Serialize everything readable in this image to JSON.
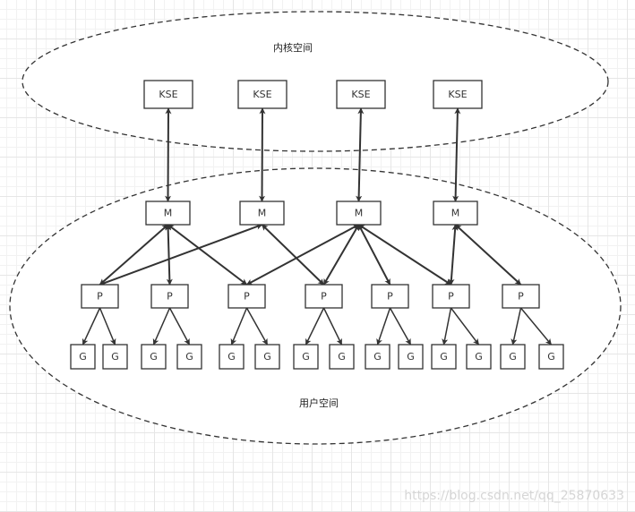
{
  "regions": {
    "kernel": {
      "label": "内核空间"
    },
    "user": {
      "label": "用户空间"
    }
  },
  "kse_nodes": [
    {
      "label": "KSE"
    },
    {
      "label": "KSE"
    },
    {
      "label": "KSE"
    },
    {
      "label": "KSE"
    }
  ],
  "m_nodes": [
    {
      "label": "M"
    },
    {
      "label": "M"
    },
    {
      "label": "M"
    },
    {
      "label": "M"
    }
  ],
  "p_nodes": [
    {
      "label": "P"
    },
    {
      "label": "P"
    },
    {
      "label": "P"
    },
    {
      "label": "P"
    },
    {
      "label": "P"
    },
    {
      "label": "P"
    },
    {
      "label": "P"
    }
  ],
  "g_nodes": [
    {
      "label": "G",
      "parent_p": 0
    },
    {
      "label": "G",
      "parent_p": 0
    },
    {
      "label": "G",
      "parent_p": 1
    },
    {
      "label": "G",
      "parent_p": 1
    },
    {
      "label": "G",
      "parent_p": 2
    },
    {
      "label": "G",
      "parent_p": 2
    },
    {
      "label": "G",
      "parent_p": 3
    },
    {
      "label": "G",
      "parent_p": 3
    },
    {
      "label": "G",
      "parent_p": 4
    },
    {
      "label": "G",
      "parent_p": 4
    },
    {
      "label": "G",
      "parent_p": 5
    },
    {
      "label": "G",
      "parent_p": 5
    },
    {
      "label": "G",
      "parent_p": 6
    },
    {
      "label": "G",
      "parent_p": 6
    }
  ],
  "kse_m_links": [
    {
      "kse": 0,
      "m": 0,
      "type": "bidirectional"
    },
    {
      "kse": 1,
      "m": 1,
      "type": "bidirectional"
    },
    {
      "kse": 2,
      "m": 2,
      "type": "bidirectional"
    },
    {
      "kse": 3,
      "m": 3,
      "type": "bidirectional"
    }
  ],
  "m_p_links": [
    {
      "m": 0,
      "p": 0,
      "type": "bidirectional"
    },
    {
      "m": 0,
      "p": 1,
      "type": "bidirectional"
    },
    {
      "m": 0,
      "p": 2,
      "type": "bidirectional"
    },
    {
      "m": 1,
      "p": 0,
      "type": "bidirectional"
    },
    {
      "m": 1,
      "p": 3,
      "type": "bidirectional"
    },
    {
      "m": 2,
      "p": 2,
      "type": "bidirectional"
    },
    {
      "m": 2,
      "p": 3,
      "type": "bidirectional"
    },
    {
      "m": 2,
      "p": 4,
      "type": "bidirectional"
    },
    {
      "m": 2,
      "p": 5,
      "type": "bidirectional"
    },
    {
      "m": 3,
      "p": 5,
      "type": "bidirectional"
    },
    {
      "m": 3,
      "p": 6,
      "type": "bidirectional"
    }
  ],
  "watermark": "https://blog.csdn.net/qq_25870633"
}
